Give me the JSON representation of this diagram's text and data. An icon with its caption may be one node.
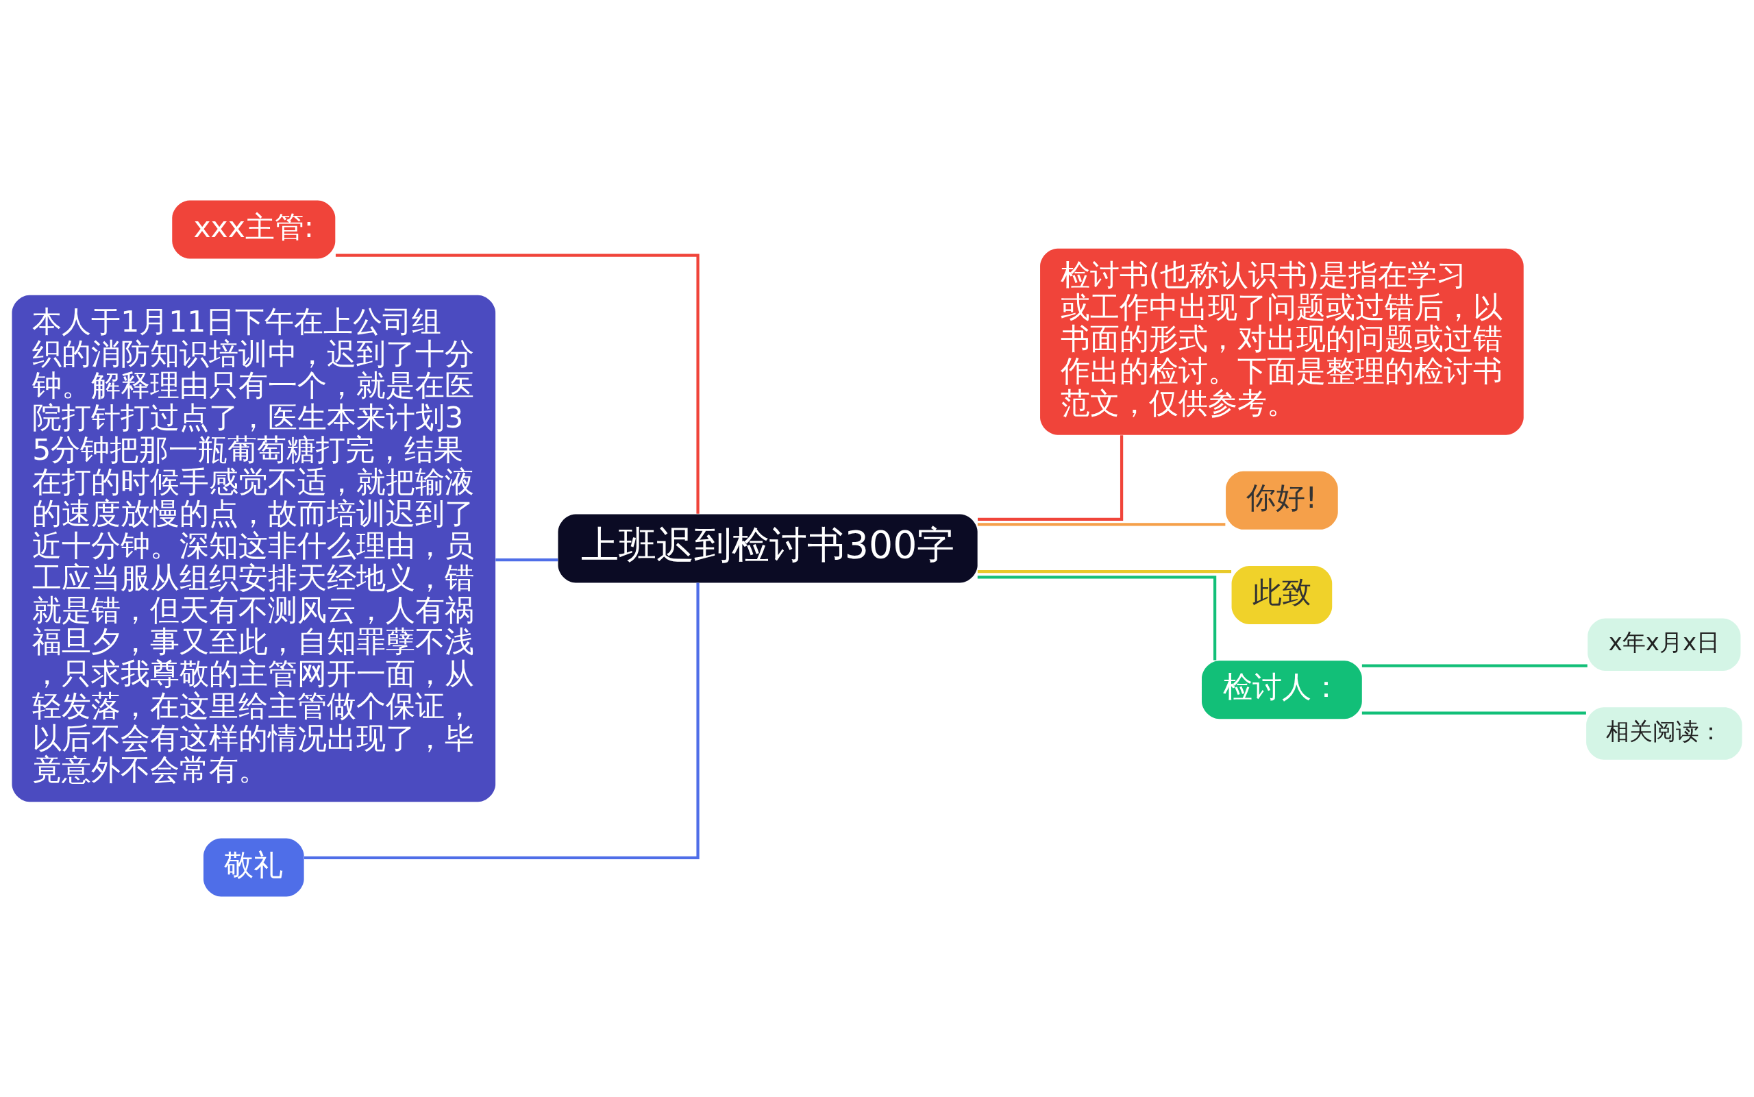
{
  "diagram": {
    "nodes": [
      {
        "text": [
          "上班迟到检讨书300字"
        ]
      },
      {
        "text": [
          "xxx主管:"
        ]
      },
      {
        "text": [
          "本人于1月11日下午在上公司组织的消防知识培训中，迟到了十分钟。解释理由只有一个，就是在医院打针打过点了，医生本来计划35分钟把那一瓶葡萄糖打完，结果在打的时候手感觉不适，就把输液的速度放慢的点，故而培训迟到了近十分钟。深知这非什么理由，员工应当服从组织安排天经地义，错就是错，但天有不测风云，人有祸福旦夕，事又至此，自知罪孽不浅，只求我尊敬的主管网开一面，从轻发落，在这里给主管做个保证，以后不会有这样的情况出现了，毕竟意外不会常有。"
        ]
      },
      {
        "text": [
          "敬礼"
        ]
      },
      {
        "text": [
          "检讨书(也称认识书)是指在学习或工作中出现了问题或过错后，以书面的形式，对出现的问题或过错作出的检讨。下面是整理的检讨书范文，仅供参考。"
        ]
      },
      {
        "text": [
          "你好!"
        ]
      },
      {
        "text": [
          "此致"
        ]
      },
      {
        "text": [
          "检讨人："
        ]
      },
      {
        "text": [
          "x年x月x日"
        ]
      },
      {
        "text": [
          "相关阅读："
        ]
      }
    ],
    "edges": [
      {
        "from": 0,
        "to": 1,
        "arrow": "none",
        "color": "#f0443a"
      },
      {
        "from": 0,
        "to": 2,
        "arrow": "none",
        "color": "#4f6ee8"
      },
      {
        "from": 0,
        "to": 3,
        "arrow": "none",
        "color": "#4f6ee8"
      },
      {
        "from": 0,
        "to": 4,
        "arrow": "none",
        "color": "#f0443a"
      },
      {
        "from": 0,
        "to": 5,
        "arrow": "none",
        "color": "#f5a04a"
      },
      {
        "from": 0,
        "to": 6,
        "arrow": "none",
        "color": "#e8c92a"
      },
      {
        "from": 0,
        "to": 7,
        "arrow": "none"
      },
      {
        "from": 7,
        "to": 8,
        "arrow": "none"
      },
      {
        "from": 7,
        "to": 9,
        "arrow": "none"
      }
    ]
  }
}
